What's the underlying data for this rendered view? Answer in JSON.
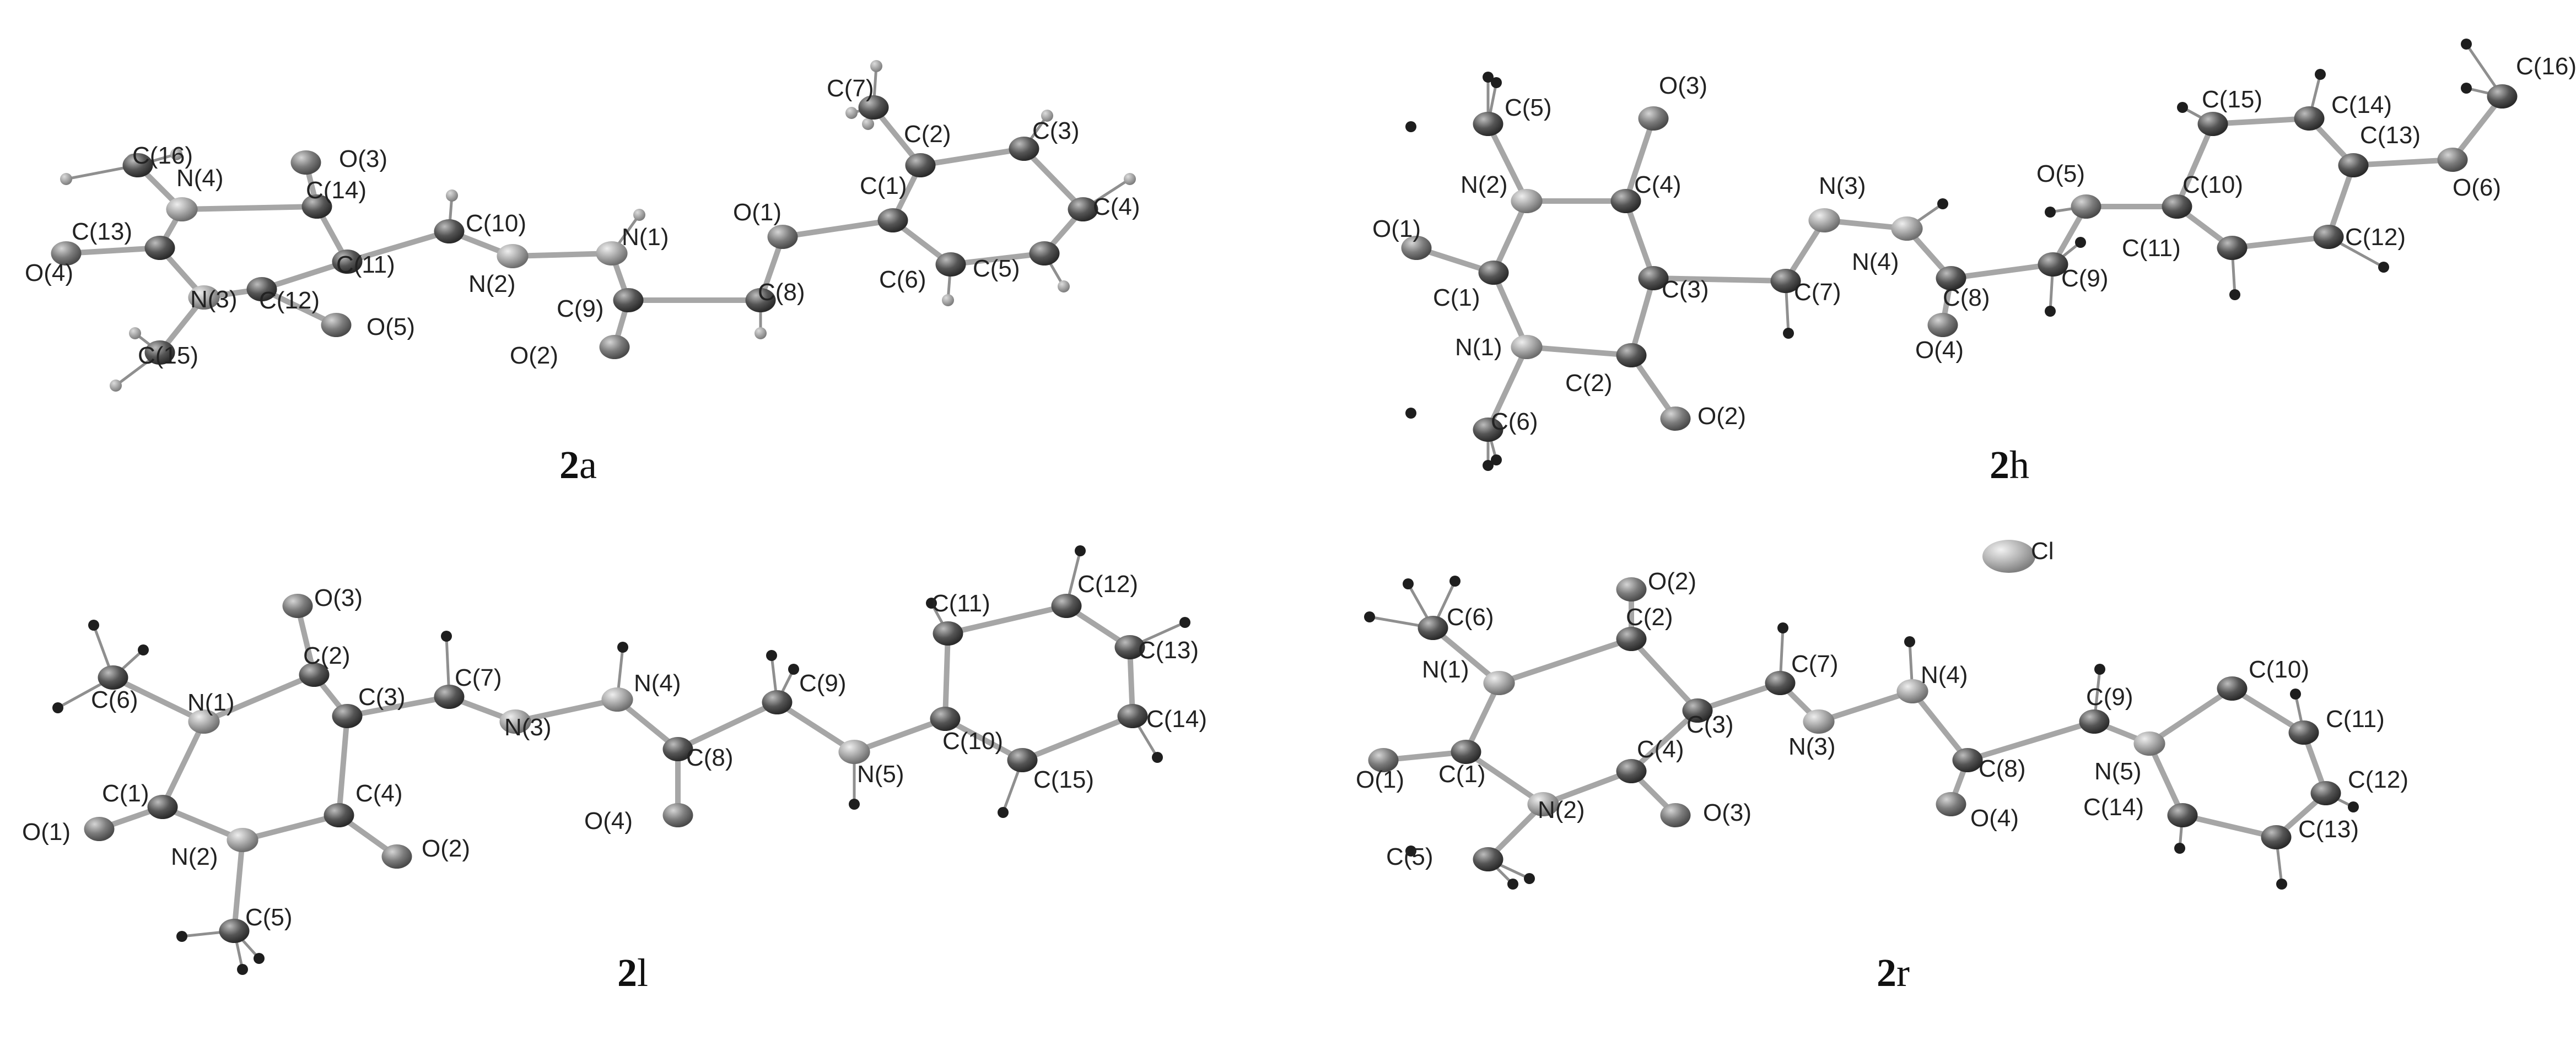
{
  "panels": [
    {
      "id": "2a",
      "label_bold": "2",
      "label_rest": "a",
      "atoms": [
        {
          "label": "C(7)",
          "el": "C"
        },
        {
          "label": "C(2)",
          "el": "C"
        },
        {
          "label": "C(3)",
          "el": "C"
        },
        {
          "label": "C(4)",
          "el": "C"
        },
        {
          "label": "C(5)",
          "el": "C"
        },
        {
          "label": "C(6)",
          "el": "C"
        },
        {
          "label": "C(1)",
          "el": "C"
        },
        {
          "label": "O(1)",
          "el": "O"
        },
        {
          "label": "C(8)",
          "el": "C"
        },
        {
          "label": "C(9)",
          "el": "C"
        },
        {
          "label": "O(2)",
          "el": "O"
        },
        {
          "label": "N(1)",
          "el": "N"
        },
        {
          "label": "N(2)",
          "el": "N"
        },
        {
          "label": "C(10)",
          "el": "C"
        },
        {
          "label": "C(11)",
          "el": "C"
        },
        {
          "label": "C(14)",
          "el": "C"
        },
        {
          "label": "O(3)",
          "el": "O"
        },
        {
          "label": "C(12)",
          "el": "C"
        },
        {
          "label": "O(5)",
          "el": "O"
        },
        {
          "label": "N(3)",
          "el": "N"
        },
        {
          "label": "C(15)",
          "el": "C"
        },
        {
          "label": "C(13)",
          "el": "C"
        },
        {
          "label": "O(4)",
          "el": "O"
        },
        {
          "label": "N(4)",
          "el": "N"
        },
        {
          "label": "C(16)",
          "el": "C"
        }
      ]
    },
    {
      "id": "2h",
      "label_bold": "2",
      "label_rest": "h",
      "atoms": [
        {
          "label": "C(5)",
          "el": "C"
        },
        {
          "label": "O(3)",
          "el": "O"
        },
        {
          "label": "N(2)",
          "el": "N"
        },
        {
          "label": "C(4)",
          "el": "C"
        },
        {
          "label": "N(3)",
          "el": "N"
        },
        {
          "label": "O(1)",
          "el": "O"
        },
        {
          "label": "C(1)",
          "el": "C"
        },
        {
          "label": "C(3)",
          "el": "C"
        },
        {
          "label": "C(7)",
          "el": "C"
        },
        {
          "label": "N(4)",
          "el": "N"
        },
        {
          "label": "C(8)",
          "el": "C"
        },
        {
          "label": "O(4)",
          "el": "O"
        },
        {
          "label": "N(1)",
          "el": "N"
        },
        {
          "label": "C(2)",
          "el": "C"
        },
        {
          "label": "O(2)",
          "el": "O"
        },
        {
          "label": "C(6)",
          "el": "C"
        },
        {
          "label": "C(9)",
          "el": "C"
        },
        {
          "label": "O(5)",
          "el": "O"
        },
        {
          "label": "C(10)",
          "el": "C"
        },
        {
          "label": "C(15)",
          "el": "C"
        },
        {
          "label": "C(14)",
          "el": "C"
        },
        {
          "label": "C(13)",
          "el": "C"
        },
        {
          "label": "C(16)",
          "el": "C"
        },
        {
          "label": "O(6)",
          "el": "O"
        },
        {
          "label": "C(12)",
          "el": "C"
        },
        {
          "label": "C(11)",
          "el": "C"
        }
      ]
    },
    {
      "id": "2l",
      "label_bold": "2",
      "label_rest": "l",
      "atoms": [
        {
          "label": "O(3)",
          "el": "O"
        },
        {
          "label": "C(2)",
          "el": "C"
        },
        {
          "label": "N(1)",
          "el": "N"
        },
        {
          "label": "C(6)",
          "el": "C"
        },
        {
          "label": "C(1)",
          "el": "C"
        },
        {
          "label": "O(1)",
          "el": "O"
        },
        {
          "label": "N(2)",
          "el": "N"
        },
        {
          "label": "C(5)",
          "el": "C"
        },
        {
          "label": "C(4)",
          "el": "C"
        },
        {
          "label": "O(2)",
          "el": "O"
        },
        {
          "label": "C(3)",
          "el": "C"
        },
        {
          "label": "C(7)",
          "el": "C"
        },
        {
          "label": "N(3)",
          "el": "N"
        },
        {
          "label": "N(4)",
          "el": "N"
        },
        {
          "label": "C(8)",
          "el": "C"
        },
        {
          "label": "O(4)",
          "el": "O"
        },
        {
          "label": "C(9)",
          "el": "C"
        },
        {
          "label": "N(5)",
          "el": "N"
        },
        {
          "label": "C(10)",
          "el": "C"
        },
        {
          "label": "C(11)",
          "el": "C"
        },
        {
          "label": "C(12)",
          "el": "C"
        },
        {
          "label": "C(13)",
          "el": "C"
        },
        {
          "label": "C(14)",
          "el": "C"
        },
        {
          "label": "C(15)",
          "el": "C"
        }
      ]
    },
    {
      "id": "2r",
      "label_bold": "2",
      "label_rest": "r",
      "atoms": [
        {
          "label": "Cl",
          "el": "Cl"
        },
        {
          "label": "O(2)",
          "el": "O"
        },
        {
          "label": "C(6)",
          "el": "C"
        },
        {
          "label": "N(1)",
          "el": "N"
        },
        {
          "label": "C(2)",
          "el": "C"
        },
        {
          "label": "C(3)",
          "el": "C"
        },
        {
          "label": "C(7)",
          "el": "C"
        },
        {
          "label": "N(3)",
          "el": "N"
        },
        {
          "label": "N(4)",
          "el": "N"
        },
        {
          "label": "C(8)",
          "el": "C"
        },
        {
          "label": "O(4)",
          "el": "O"
        },
        {
          "label": "C(9)",
          "el": "C"
        },
        {
          "label": "N(5)",
          "el": "N"
        },
        {
          "label": "C(10)",
          "el": "C"
        },
        {
          "label": "C(11)",
          "el": "C"
        },
        {
          "label": "C(12)",
          "el": "C"
        },
        {
          "label": "C(13)",
          "el": "C"
        },
        {
          "label": "C(14)",
          "el": "C"
        },
        {
          "label": "C(1)",
          "el": "C"
        },
        {
          "label": "O(1)",
          "el": "O"
        },
        {
          "label": "N(2)",
          "el": "N"
        },
        {
          "label": "C(5)",
          "el": "C"
        },
        {
          "label": "C(4)",
          "el": "C"
        },
        {
          "label": "O(3)",
          "el": "O"
        }
      ]
    }
  ]
}
